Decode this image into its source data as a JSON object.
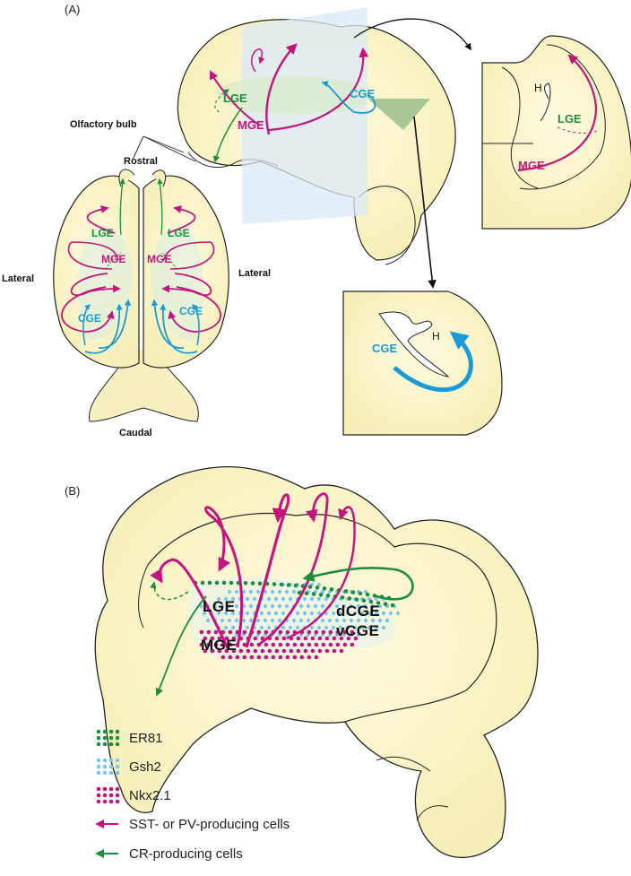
{
  "panel_a": {
    "label": "(A)",
    "olfactory_bulb": "Olfactory bulb",
    "rostral": "Rostral",
    "caudal": "Caudal",
    "lateral_left": "Lateral",
    "lateral_right": "Lateral",
    "side_view": {
      "lge": "LGE",
      "mge": "MGE",
      "cge": "CGE"
    },
    "top_left": {
      "lge": "LGE",
      "mge": "MGE",
      "cge": "CGE"
    },
    "top_right": {
      "lge": "LGE",
      "mge": "MGE",
      "cge": "CGE"
    },
    "coronal_section": {
      "h": "H",
      "lge": "LGE",
      "mge": "MGE"
    },
    "caudal_section": {
      "h": "H",
      "cge": "CGE"
    }
  },
  "panel_b": {
    "label": "(B)",
    "lge": "LGE",
    "mge": "MGE",
    "dcge": "dCGE",
    "vcge": "vCGE"
  },
  "legend": [
    {
      "label": "ER81",
      "kind": "dots",
      "color": "#1e8e3e"
    },
    {
      "label": "Gsh2",
      "kind": "dots",
      "color": "#7fc4e8"
    },
    {
      "label": "Nkx2.1",
      "kind": "dots",
      "color": "#c4147e"
    },
    {
      "label": "SST- or PV-producing cells",
      "kind": "arrow",
      "color": "#c4147e"
    },
    {
      "label": "CR-producing cells",
      "kind": "arrow",
      "color": "#1e8e3e"
    }
  ],
  "colors": {
    "brain": "#fbf5c8",
    "mge": "#c4147e",
    "lge": "#1e8e3e",
    "cge": "#1a9ad6"
  }
}
